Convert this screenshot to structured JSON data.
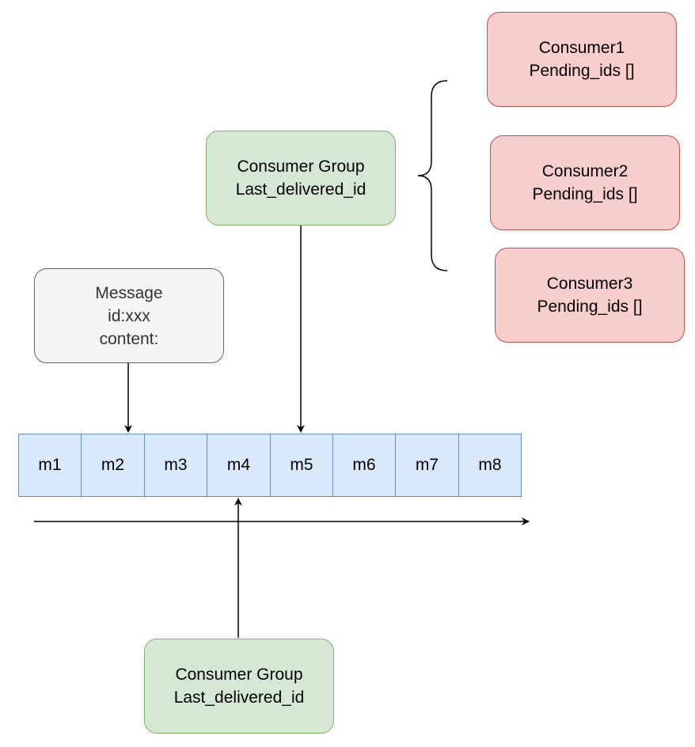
{
  "message": {
    "lines": [
      "Message",
      "id:xxx",
      "content:"
    ]
  },
  "group_top": {
    "lines": [
      "Consumer Group",
      "Last_delivered_id"
    ]
  },
  "group_bottom": {
    "lines": [
      "Consumer Group",
      "Last_delivered_id"
    ]
  },
  "consumers": [
    {
      "name": "Consumer1",
      "pending": "Pending_ids []"
    },
    {
      "name": "Consumer2",
      "pending": "Pending_ids []"
    },
    {
      "name": "Consumer3",
      "pending": "Pending_ids []"
    }
  ],
  "stream": [
    "m1",
    "m2",
    "m3",
    "m4",
    "m5",
    "m6",
    "m7",
    "m8"
  ],
  "colors": {
    "group_fill": "#d5e8d4",
    "group_stroke": "#82b366",
    "consumer_fill": "#f8cecc",
    "consumer_stroke": "#b85450",
    "message_fill": "#f5f5f5",
    "message_stroke": "#666666",
    "cell_fill": "#dae8fc",
    "cell_stroke": "#6c8ebf"
  }
}
